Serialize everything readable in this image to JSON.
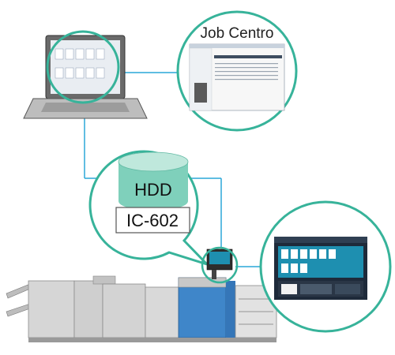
{
  "labels": {
    "software_name": "Job Centro",
    "storage": "HDD",
    "controller": "IC-602"
  },
  "colors": {
    "connector_line": "#2aa7d8",
    "callout_circle_stroke": "#37b39a",
    "hdd_cylinder": "#7fd0bb",
    "printer_gray": "#c9c9c9",
    "printer_blue": "#3f86c9",
    "panel_dark": "#1e2a3a",
    "panel_teal": "#1e8fb0"
  },
  "icons": {
    "laptop": "laptop-icon",
    "hdd": "hdd-cylinder-icon",
    "printer": "production-printer-icon",
    "control_panel": "touch-panel-icon"
  }
}
